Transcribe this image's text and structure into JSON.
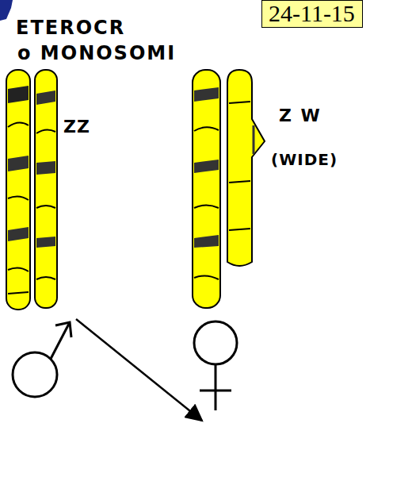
{
  "diagram": {
    "nodes": [
      {
        "text": [
          "24-11-15"
        ]
      }
    ],
    "labels": [
      "ETEROCR",
      "o MONOSOMI",
      "ZZ",
      "Z W",
      "(WIDE)"
    ]
  }
}
